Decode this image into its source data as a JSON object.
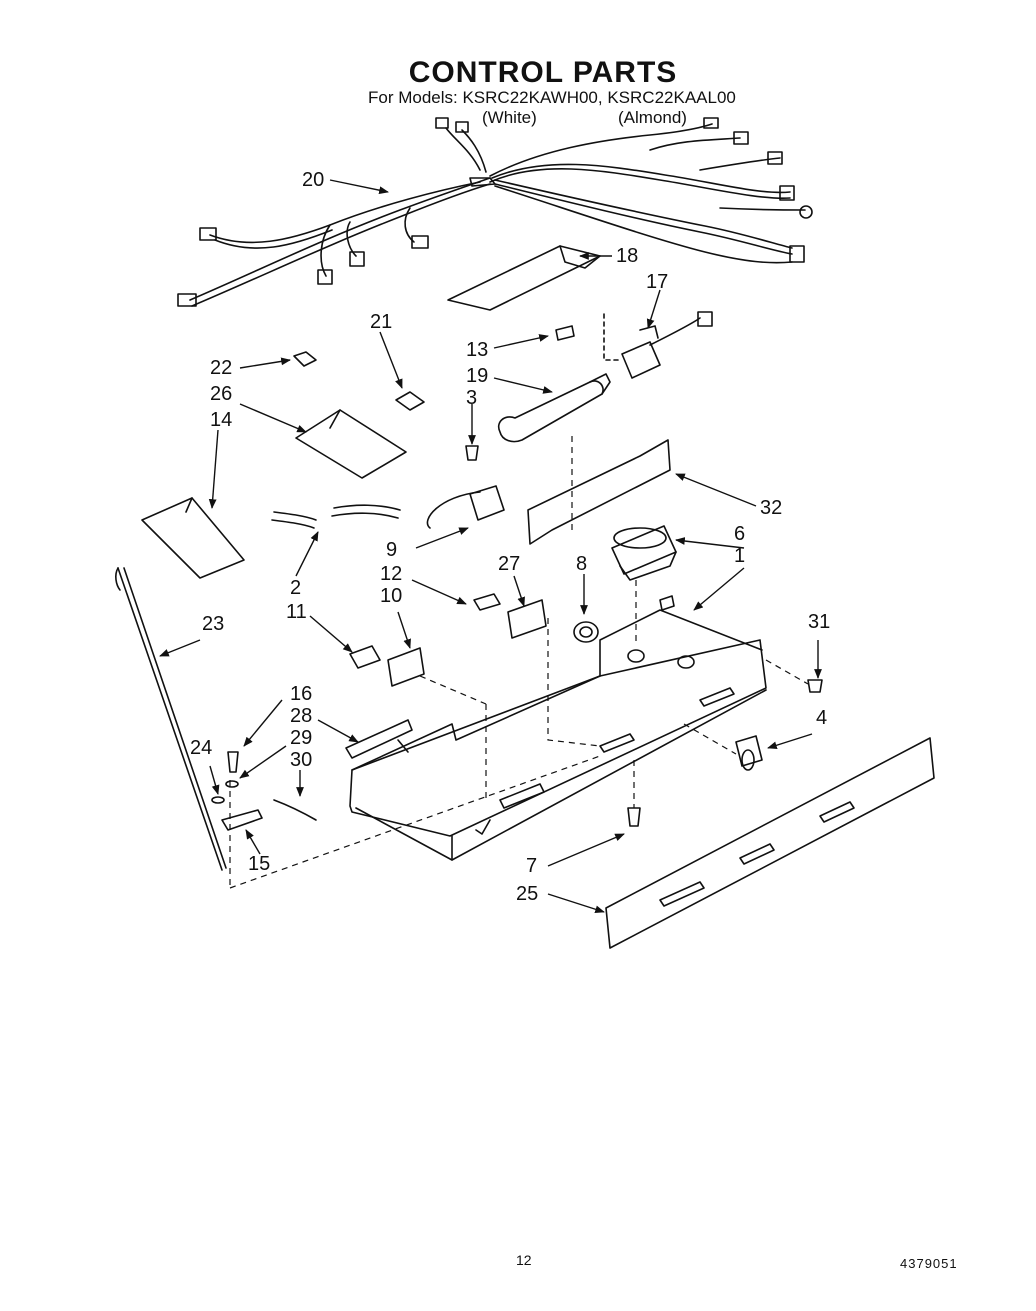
{
  "header": {
    "title": "CONTROL PARTS",
    "subtitle": "For Models: KSRC22KAWH00, KSRC22KAAL00",
    "variant_white": "(White)",
    "variant_almond": "(Almond)"
  },
  "callouts": {
    "c1": "1",
    "c2": "2",
    "c3": "3",
    "c4": "4",
    "c6": "6",
    "c7": "7",
    "c8": "8",
    "c9": "9",
    "c10": "10",
    "c11": "11",
    "c12": "12",
    "c13": "13",
    "c14": "14",
    "c15": "15",
    "c16": "16",
    "c17": "17",
    "c18": "18",
    "c19": "19",
    "c20": "20",
    "c21": "21",
    "c22": "22",
    "c23": "23",
    "c24": "24",
    "c25": "25",
    "c26": "26",
    "c27": "27",
    "c28": "28",
    "c29": "29",
    "c30": "30",
    "c31": "31",
    "c32": "32"
  },
  "footer": {
    "page_number": "12",
    "doc_number": "4379051"
  }
}
